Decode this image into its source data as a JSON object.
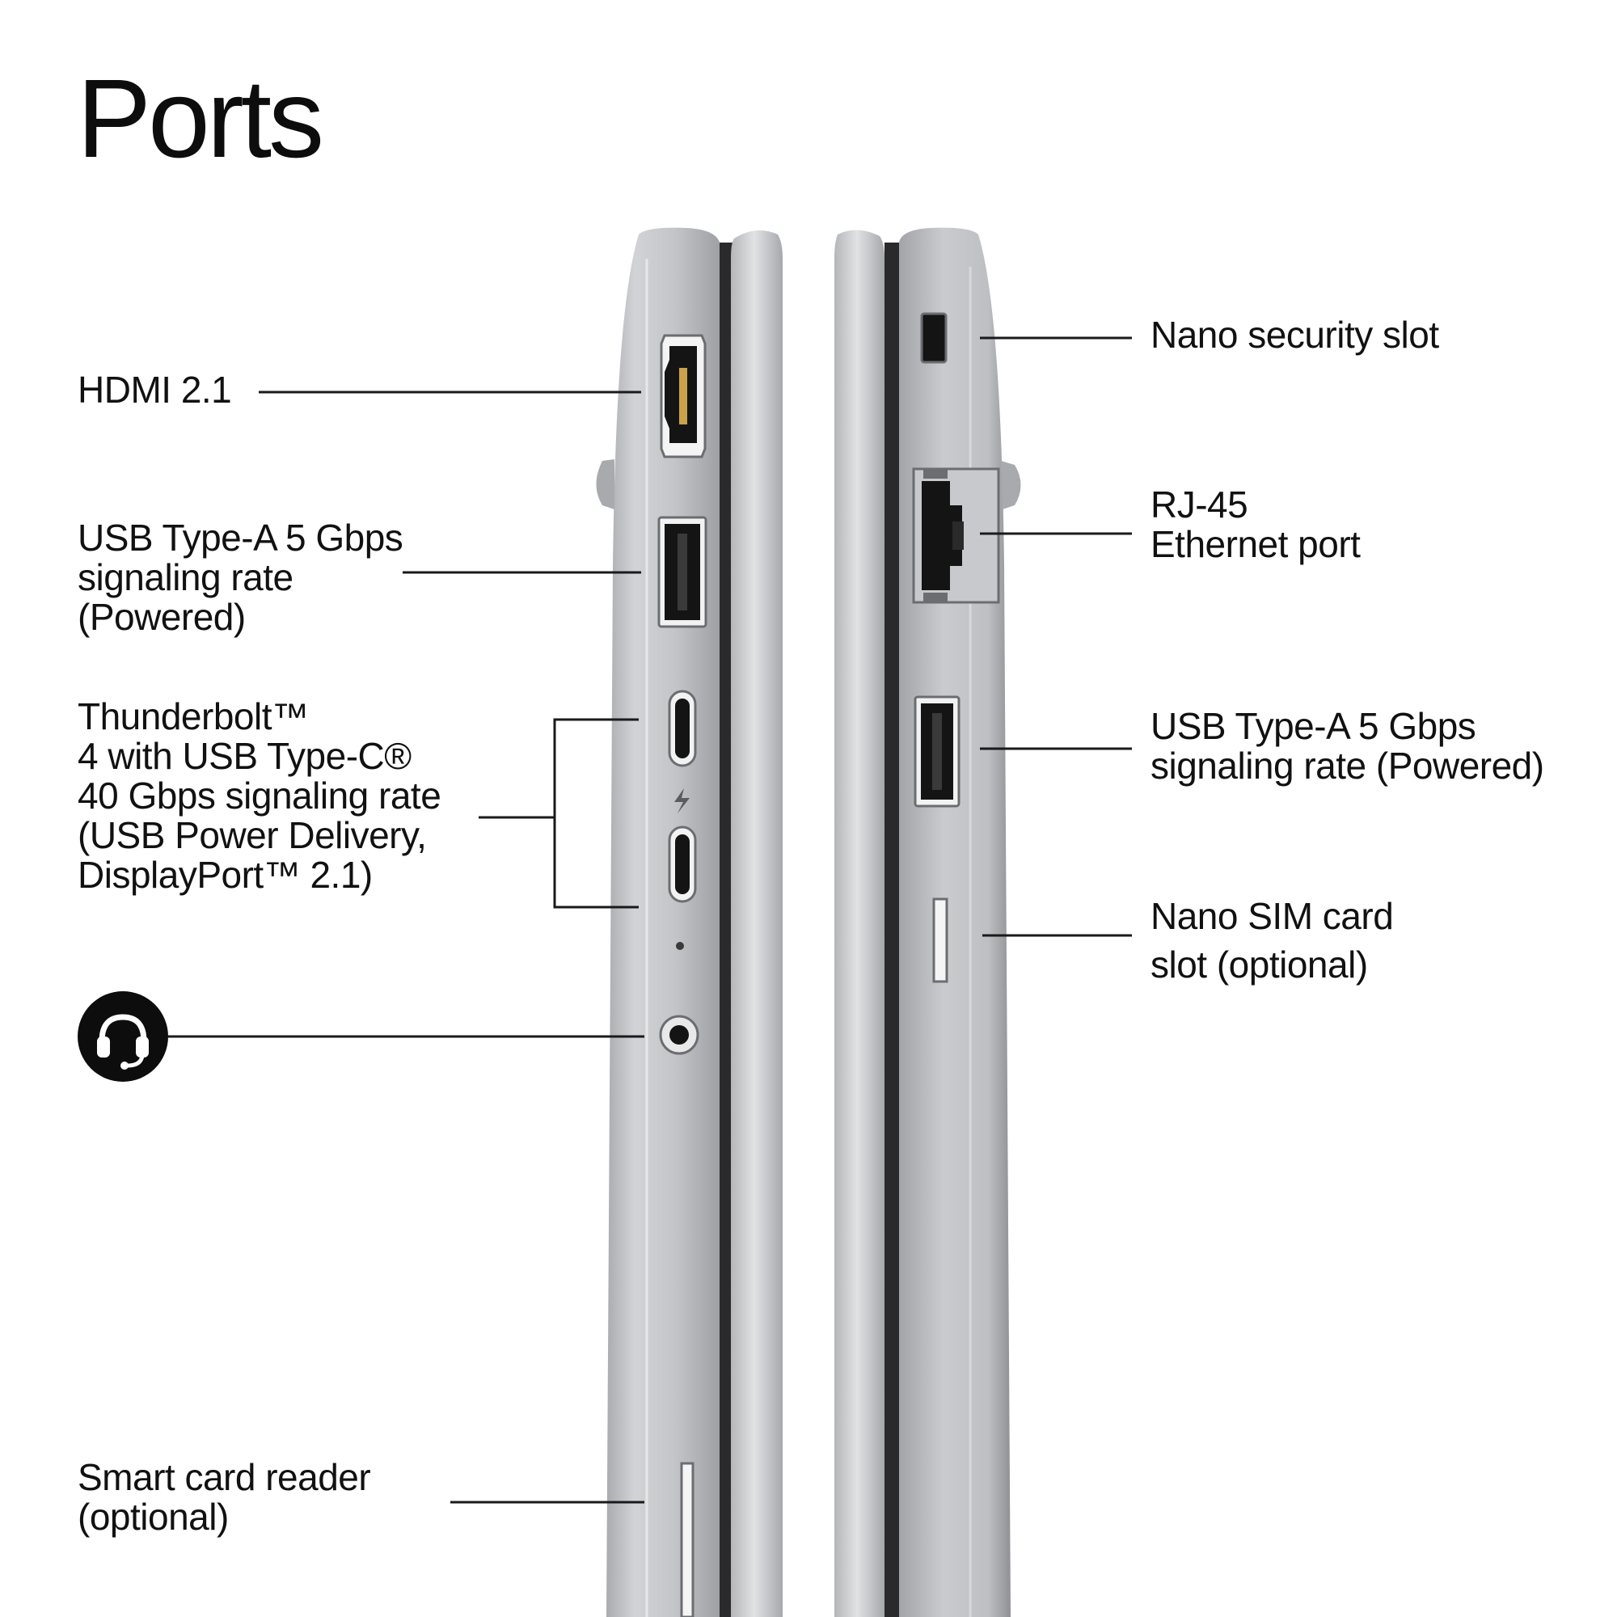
{
  "page": {
    "title": "Ports"
  },
  "left_side": {
    "ports": [
      {
        "id": "hdmi",
        "lines": [
          "HDMI 2.1"
        ]
      },
      {
        "id": "usb-a-left",
        "lines": [
          "USB Type-A 5 Gbps",
          "signaling rate",
          "(Powered)"
        ]
      },
      {
        "id": "thunderbolt",
        "lines": [
          "Thunderbolt™",
          "4 with USB Type-C®",
          "40 Gbps signaling rate",
          "(USB Power Delivery,",
          "DisplayPort™ 2.1)"
        ]
      },
      {
        "id": "audio-jack",
        "icon": "headset-icon",
        "lines": []
      },
      {
        "id": "smart-card",
        "lines": [
          "Smart card reader",
          "(optional)"
        ]
      }
    ]
  },
  "right_side": {
    "ports": [
      {
        "id": "nano-security",
        "lines": [
          "Nano security slot"
        ]
      },
      {
        "id": "rj45",
        "lines": [
          "RJ-45",
          "Ethernet port"
        ]
      },
      {
        "id": "usb-a-right",
        "lines": [
          "USB Type-A 5 Gbps",
          "signaling rate (Powered)"
        ]
      },
      {
        "id": "nano-sim",
        "lines": [
          "Nano SIM card",
          "slot (optional)"
        ]
      }
    ]
  },
  "colors": {
    "background": "#ffffff",
    "text": "#111111",
    "leader_line": "#1a1a1a",
    "chassis_light": "#d9dadc",
    "chassis_mid": "#b9bbbe",
    "chassis_dark": "#8e9094",
    "port_black": "#141414"
  }
}
